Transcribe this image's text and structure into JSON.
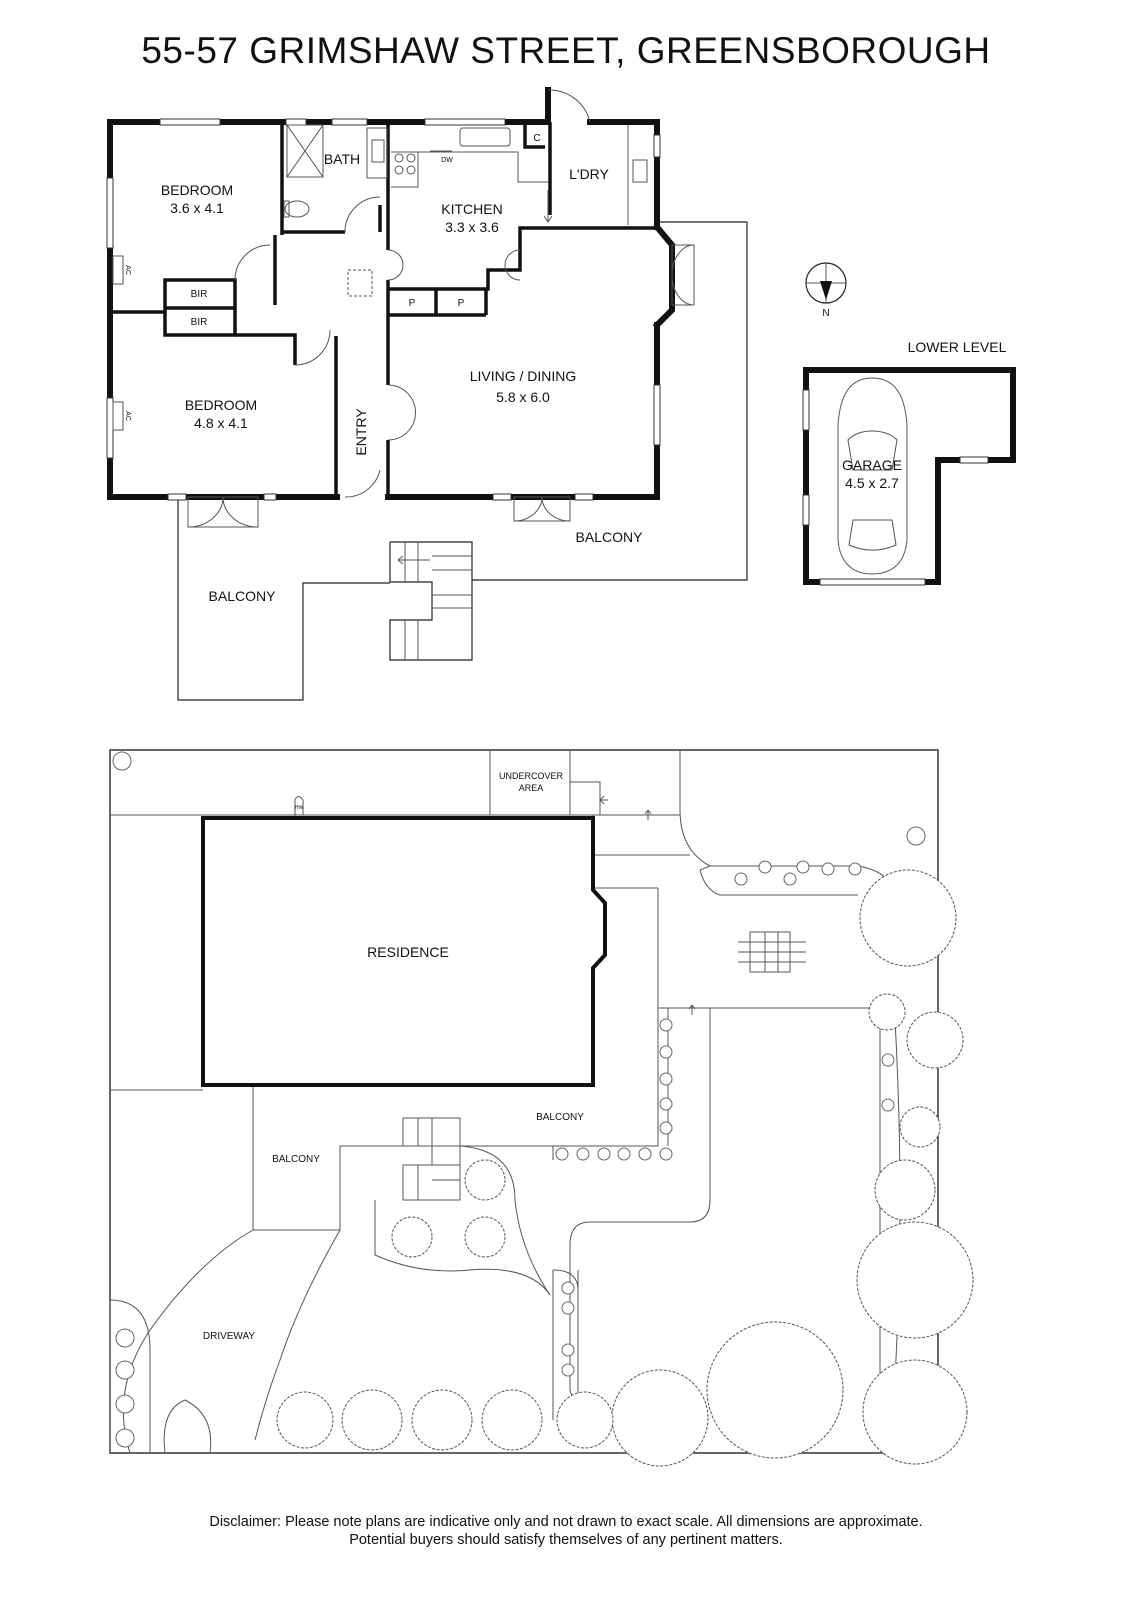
{
  "title": "55-57 GRIMSHAW STREET, GREENSBOROUGH",
  "upper_plan": {
    "rooms": {
      "bedroom1": {
        "name": "BEDROOM",
        "size": "3.6 x 4.1"
      },
      "bedroom2": {
        "name": "BEDROOM",
        "size": "4.8 x 4.1"
      },
      "bath": {
        "name": "BATH"
      },
      "kitchen": {
        "name": "KITCHEN",
        "size": "3.3 x 3.6"
      },
      "laundry": {
        "name": "L'DRY"
      },
      "living": {
        "name": "LIVING / DINING",
        "size": "5.8 x 6.0"
      },
      "entry": {
        "name": "ENTRY"
      },
      "balcony_left": {
        "name": "BALCONY"
      },
      "balcony_right": {
        "name": "BALCONY"
      }
    },
    "fixtures": {
      "bir1": "BIR",
      "bir2": "BIR",
      "ac1": "AC",
      "ac2": "AC",
      "dw": "DW",
      "cupboard": "C",
      "pantry1": "P",
      "pantry2": "P"
    },
    "compass": "N"
  },
  "lower_level": {
    "label": "LOWER LEVEL",
    "garage": {
      "name": "GARAGE",
      "size": "4.5 x 2.7"
    }
  },
  "site_plan": {
    "residence": "RESIDENCE",
    "undercover": [
      "UNDERCOVER",
      "AREA"
    ],
    "hw": "HW",
    "balcony_right": "BALCONY",
    "balcony_left": "BALCONY",
    "driveway": "DRIVEWAY"
  },
  "disclaimer": [
    "Disclaimer: Please note plans are indicative only and not drawn to exact scale. All dimensions are approximate.",
    "Potential buyers should satisfy themselves of any pertinent matters."
  ]
}
